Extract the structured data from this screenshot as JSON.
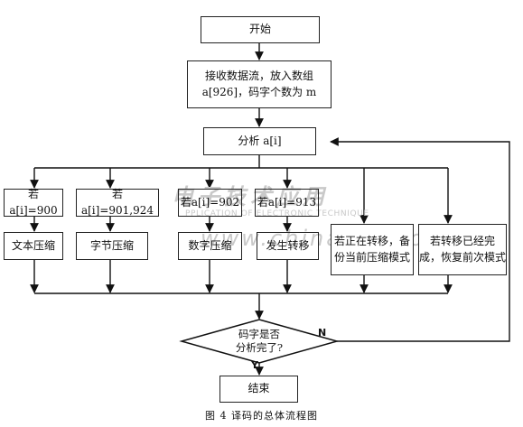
{
  "nodes": {
    "start": "开始",
    "receive": "接收数据流，放入数组\na[926]，码字个数为 m",
    "analyze": "分析 a[i]",
    "if900": "若a[i]=900",
    "if901": "若a[i]=901,924",
    "if902": "若a[i]=902",
    "if913": "若a[i]=913",
    "text_compress": "文本压缩",
    "byte_compress": "字节压缩",
    "numeric_compress": "数字压缩",
    "send_shift": "发生转移",
    "if_shifting": "若正在转移，备\n份当前压缩模式",
    "if_shift_done": "若转移已经完\n成，恢复前次模式",
    "decision": "码字是否\n分析完了?",
    "end": "结束"
  },
  "labels": {
    "no": "N",
    "yes": "Y"
  },
  "caption": "图 4  译码的总体流程图",
  "watermark": {
    "cn": "电子技术应用",
    "en": "PPLICATION OF ELECTRONIC TECHNIQUE",
    "url": "www.chinaaet.com"
  }
}
